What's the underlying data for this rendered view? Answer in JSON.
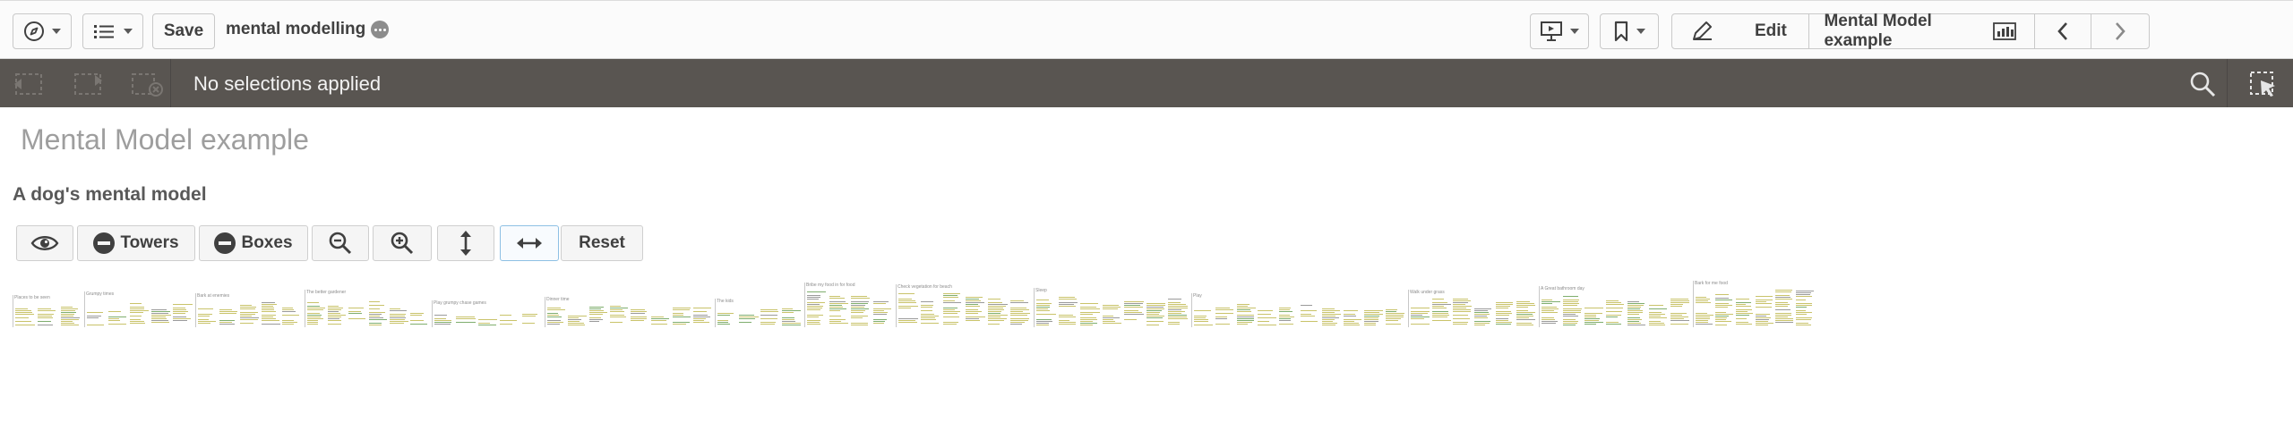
{
  "toolbar": {
    "save_label": "Save",
    "app_name": "mental modelling",
    "edit_label": "Edit",
    "current_sheet": "Mental Model example"
  },
  "selection_bar": {
    "status": "No selections applied"
  },
  "sheet": {
    "title": "Mental Model example"
  },
  "visualization": {
    "title": "A dog's mental model",
    "buttons": {
      "towers_label": "Towers",
      "boxes_label": "Boxes",
      "reset_label": "Reset"
    },
    "towers": [
      {
        "label": "Places to be seen"
      },
      {
        "label": "Grumpy times"
      },
      {
        "label": "Bark at enemies"
      },
      {
        "label": "The better gardener"
      },
      {
        "label": "Play grumpy chase games"
      },
      {
        "label": "Dinner time"
      },
      {
        "label": "The kids"
      },
      {
        "label": "Bribe my food in for food"
      },
      {
        "label": "Check vegetation for beach"
      },
      {
        "label": "Sleep"
      },
      {
        "label": "Play"
      },
      {
        "label": "Walk under grass"
      },
      {
        "label": "A Great bathroom day"
      },
      {
        "label": "Bark for me food"
      }
    ]
  },
  "colors": {
    "toolbar_bg": "#fbfbfb",
    "selection_bar_bg": "#595551",
    "active_border": "#8ec0e4",
    "box_yellow": "#c9c36a",
    "box_green": "#7fae6e"
  },
  "icons": {
    "global": "compass-icon",
    "sheets": "list-icon",
    "present": "presentation-icon",
    "bookmark": "bookmark-icon",
    "edit": "pencil-icon",
    "sheet_type": "chart-icon",
    "prev": "chevron-left-icon",
    "next": "chevron-right-icon",
    "search": "search-icon",
    "lasso": "selection-tool-icon",
    "eye": "eye-icon",
    "zoom_out": "zoom-out-icon",
    "zoom_in": "zoom-in-icon",
    "vertical": "vertical-arrows-icon",
    "horizontal": "horizontal-arrows-icon"
  }
}
